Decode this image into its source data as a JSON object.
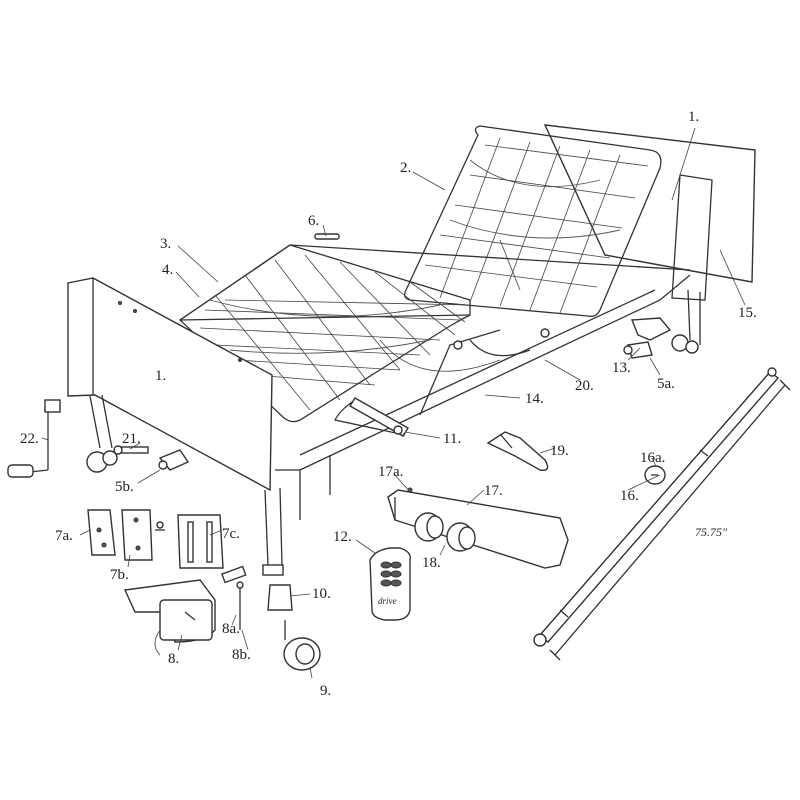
{
  "callouts": {
    "c1_top": "1.",
    "c1_front": "1.",
    "c2": "2.",
    "c3": "3.",
    "c4": "4.",
    "c5a": "5a.",
    "c5b": "5b.",
    "c6": "6.",
    "c7a": "7a.",
    "c7b": "7b.",
    "c7c": "7c.",
    "c8": "8.",
    "c8a": "8a.",
    "c8b": "8b.",
    "c9": "9.",
    "c10": "10.",
    "c11": "11.",
    "c12": "12.",
    "c13": "13.",
    "c14": "14.",
    "c15": "15.",
    "c16": "16.",
    "c16a": "16a.",
    "c17": "17.",
    "c17a": "17a.",
    "c18": "18.",
    "c19": "19.",
    "c20": "20.",
    "c21": "21.",
    "c22": "22."
  },
  "dimension": "75.75\"",
  "pendant_brand": "drive",
  "colors": {
    "line": "#333333",
    "background": "#ffffff"
  }
}
